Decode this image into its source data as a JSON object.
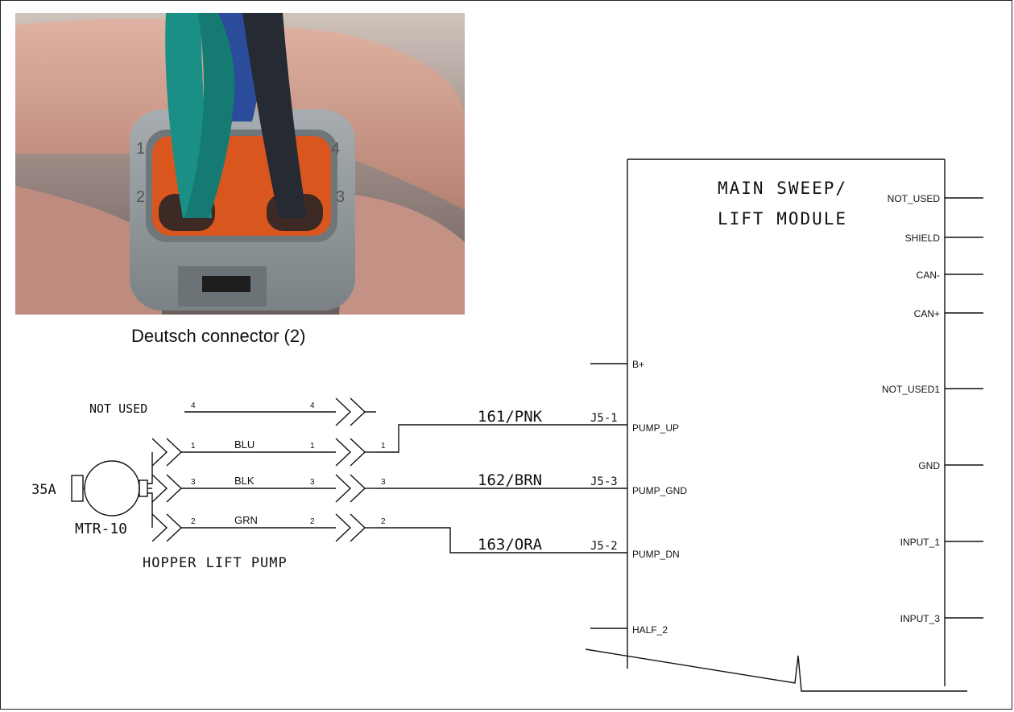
{
  "photo": {
    "caption": "Deutsch connector (2)",
    "cavity_numbers": [
      "1",
      "2",
      "3",
      "4"
    ]
  },
  "module": {
    "title_line1": "MAIN SWEEP/",
    "title_line2": "LIFT MODULE",
    "right_pins": [
      "NOT_USED",
      "SHIELD",
      "CAN-",
      "CAN+",
      "NOT_USED1",
      "GND",
      "INPUT_1",
      "INPUT_3"
    ],
    "left_pins": [
      "B+",
      "PUMP_UP",
      "PUMP_GND",
      "PUMP_DN",
      "HALF_2"
    ]
  },
  "harness": {
    "not_used": "NOT USED",
    "rows": [
      {
        "pin": "4",
        "color": "",
        "mid_pin": "4",
        "right_pin": ""
      },
      {
        "pin": "1",
        "color": "BLU",
        "mid_pin": "1",
        "right_pin": "1"
      },
      {
        "pin": "3",
        "color": "BLK",
        "mid_pin": "3",
        "right_pin": "3"
      },
      {
        "pin": "2",
        "color": "GRN",
        "mid_pin": "2",
        "right_pin": "2"
      }
    ],
    "wires": [
      {
        "label": "161/PNK",
        "jpin": "J5-1"
      },
      {
        "label": "162/BRN",
        "jpin": "J5-3"
      },
      {
        "label": "163/ORA",
        "jpin": "J5-2"
      }
    ]
  },
  "motor": {
    "fuse": "35A",
    "name": "MTR-10",
    "description": "HOPPER LIFT PUMP"
  },
  "colors": {
    "line": "#111111",
    "connector_body": "#8f969b",
    "seal": "#d9561f",
    "wire_teal": "#1a8f86",
    "wire_blue": "#2a4c9a",
    "wire_black": "#252a33",
    "skin": "#c79787"
  }
}
